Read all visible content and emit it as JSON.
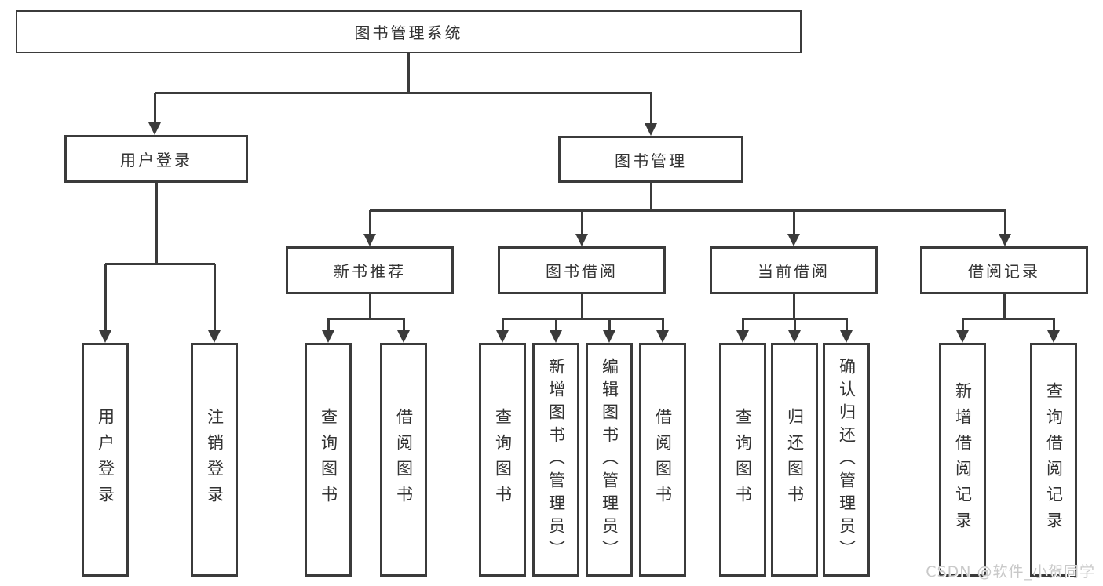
{
  "diagram": {
    "root": {
      "label": "图书管理系统"
    },
    "level2": [
      {
        "label": "用户登录"
      },
      {
        "label": "图书管理"
      }
    ],
    "level3": [
      {
        "label": "新书推荐"
      },
      {
        "label": "图书借阅"
      },
      {
        "label": "当前借阅"
      },
      {
        "label": "借阅记录"
      }
    ],
    "leaves": {
      "user_login": [
        {
          "label": "用户登录"
        },
        {
          "label": "注销登录"
        }
      ],
      "new_books": [
        {
          "label": "查询图书"
        },
        {
          "label": "借阅图书"
        }
      ],
      "book_borrow": [
        {
          "label": "查询图书"
        },
        {
          "label": "新增图书（管理员）"
        },
        {
          "label": "编辑图书（管理员）"
        },
        {
          "label": "借阅图书"
        }
      ],
      "current_borrow": [
        {
          "label": "查询图书"
        },
        {
          "label": "归还图书"
        },
        {
          "label": "确认归还（管理员）"
        }
      ],
      "borrow_records": [
        {
          "label": "新增借阅记录"
        },
        {
          "label": "查询借阅记录"
        }
      ]
    }
  },
  "watermark": {
    "text": "CSDN @软件_小贺同学"
  },
  "colors": {
    "line": "#3b3b3b",
    "text": "#333333",
    "background": "#ffffff",
    "watermark": "#c9c9c9"
  }
}
